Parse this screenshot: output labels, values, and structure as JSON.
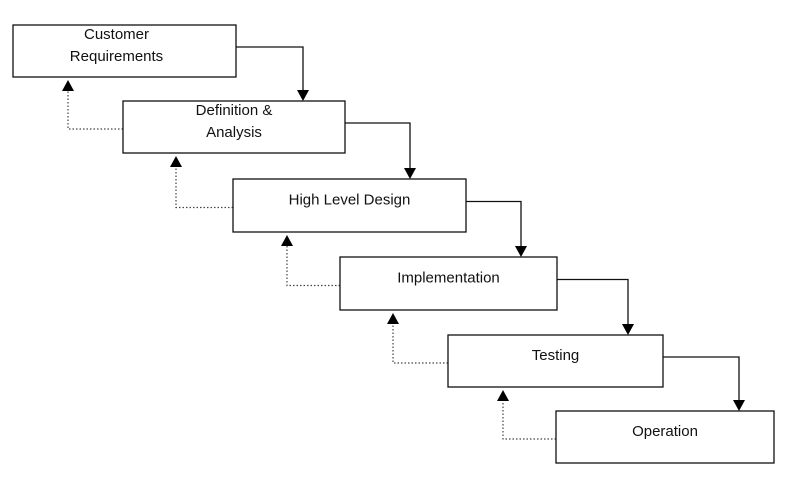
{
  "diagram": {
    "stages": [
      {
        "id": "customer-requirements",
        "label_lines": [
          "Customer",
          "Requirements"
        ]
      },
      {
        "id": "definition-analysis",
        "label_lines": [
          "Definition &",
          "Analysis"
        ]
      },
      {
        "id": "high-level-design",
        "label_lines": [
          "High Level Design"
        ]
      },
      {
        "id": "implementation",
        "label_lines": [
          "Implementation"
        ]
      },
      {
        "id": "testing",
        "label_lines": [
          "Testing"
        ]
      },
      {
        "id": "operation",
        "label_lines": [
          "Operation"
        ]
      }
    ],
    "colors": {
      "box_border": "#111111",
      "flow_arrow": "#000000",
      "feedback_line": "#444444"
    }
  }
}
